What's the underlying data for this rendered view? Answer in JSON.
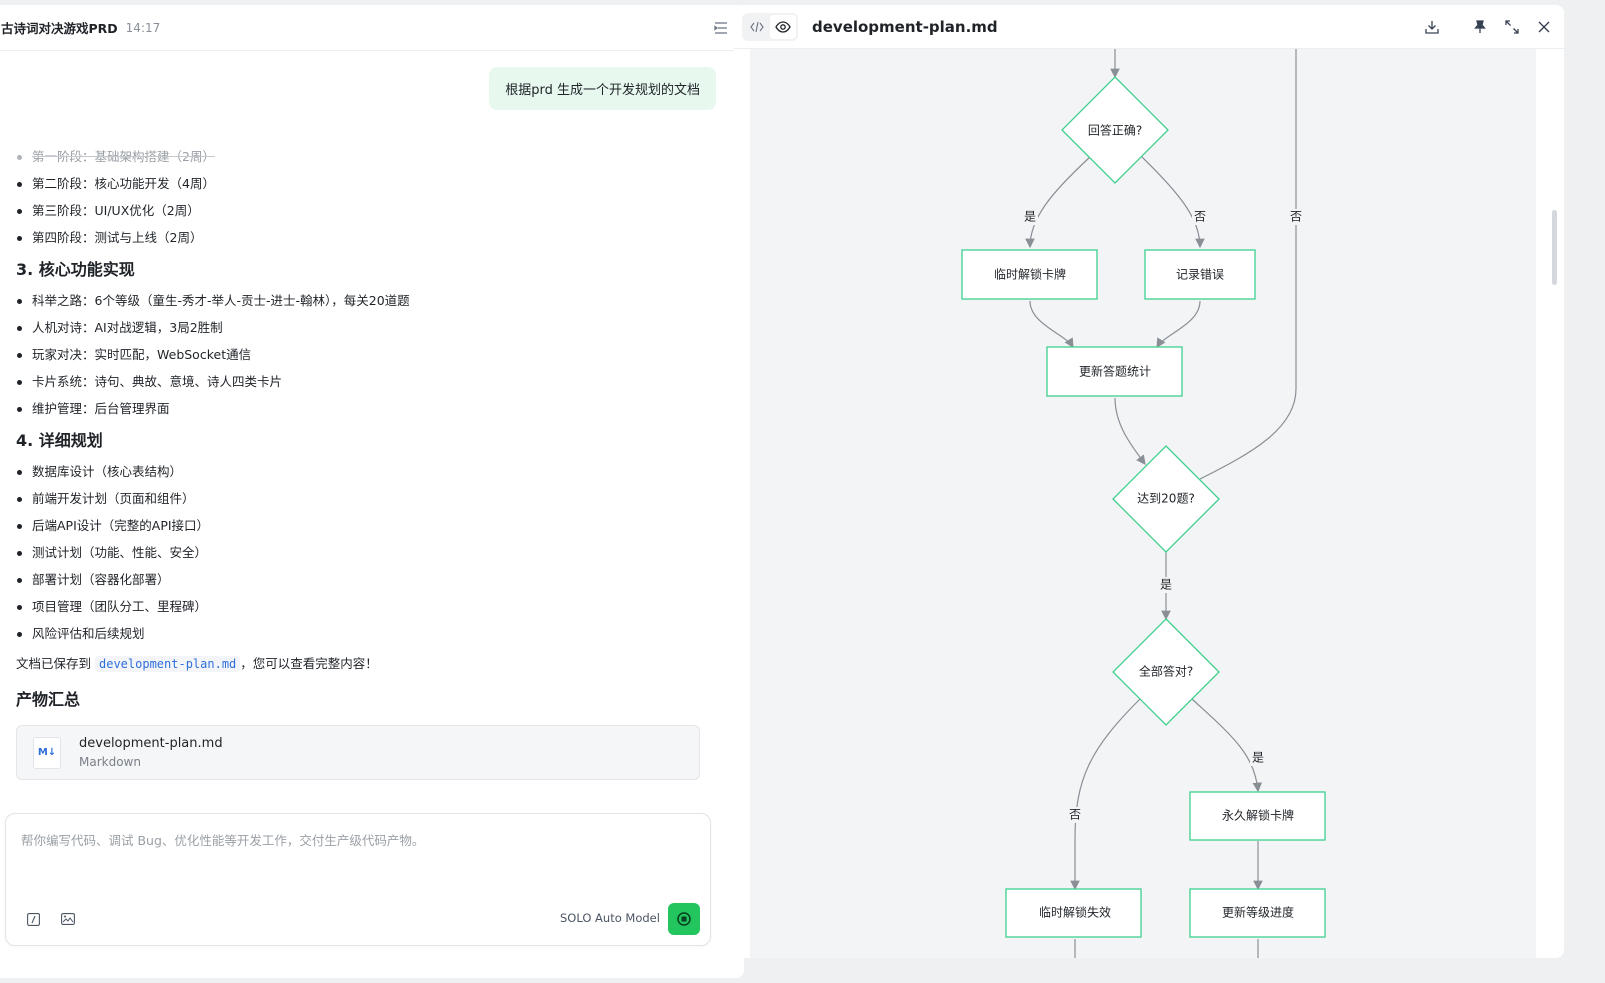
{
  "chat": {
    "title": "古诗词对决游戏PRD",
    "time": "14:17",
    "user_message": "根据prd 生成一个开发规划的文档",
    "phases": [
      {
        "text": "第一阶段：基础架构搭建（2周）",
        "faded": true
      },
      {
        "text": "第二阶段：核心功能开发（4周）",
        "faded": false
      },
      {
        "text": "第三阶段：UI/UX优化（2周）",
        "faded": false
      },
      {
        "text": "第四阶段：测试与上线（2周）",
        "faded": false
      }
    ],
    "section3_title": "3. 核心功能实现",
    "section3_items": [
      "科举之路：6个等级（童生-秀才-举人-贡士-进士-翰林），每关20道题",
      "人机对诗：AI对战逻辑，3局2胜制",
      "玩家对决：实时匹配，WebSocket通信",
      "卡片系统：诗句、典故、意境、诗人四类卡片",
      "维护管理：后台管理界面"
    ],
    "section4_title": "4. 详细规划",
    "section4_items": [
      "数据库设计（核心表结构）",
      "前端开发计划（页面和组件）",
      "后端API设计（完整的API接口）",
      "测试计划（功能、性能、安全）",
      "部署计划（容器化部署）",
      "项目管理（团队分工、里程碑）",
      "风险评估和后续规划"
    ],
    "saved_prefix": "文档已保存到",
    "saved_file": "development-plan.md",
    "saved_suffix": "，您可以查看完整内容！",
    "artifacts_title": "产物汇总",
    "artifact": {
      "icon_label": "M↓",
      "name": "development-plan.md",
      "type": "Markdown"
    }
  },
  "input": {
    "placeholder": "帮你编写代码、调试 Bug、优化性能等开发工作，交付生产级代码产物。",
    "model_label": "SOLO Auto Model"
  },
  "preview": {
    "title": "development-plan.md",
    "icons": [
      "code-icon",
      "eye-icon",
      "download-icon",
      "pin-icon",
      "expand-icon",
      "close-icon"
    ]
  },
  "flowchart": {
    "nodes": {
      "answer_correct": "回答正确?",
      "temp_unlock": "临时解锁卡牌",
      "record_error": "记录错误",
      "update_stats": "更新答题统计",
      "reach_20": "达到20题?",
      "all_correct": "全部答对?",
      "perm_unlock": "永久解锁卡牌",
      "temp_invalid": "临时解锁失效",
      "update_level": "更新等级进度"
    },
    "labels": {
      "yes": "是",
      "no": "否"
    },
    "colors": {
      "node_border": "#3ecf8e",
      "edge": "#8a8f96",
      "background": "#f3f4f6"
    }
  }
}
